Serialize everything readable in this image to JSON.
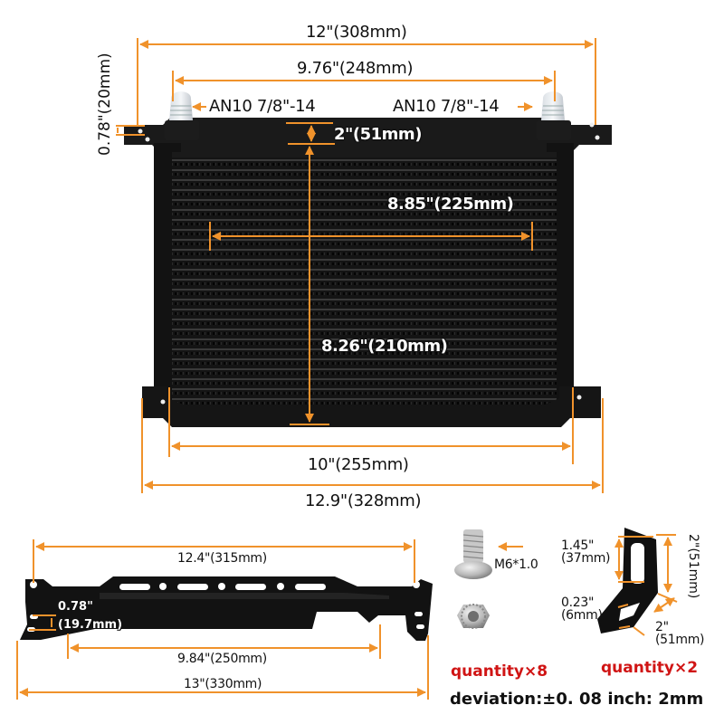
{
  "colors": {
    "dimension_line": "#f0922b",
    "product_body": "#151515",
    "quantity_text": "#d01414",
    "text": "#111111"
  },
  "cooler": {
    "overall_width_top": "12\"(308mm)",
    "fitting_spacing": "9.76\"(248mm)",
    "fitting_left": "AN10 7/8\"-14",
    "fitting_right": "AN10 7/8\"-14",
    "mount_tab_height": "0.78\"(20mm)",
    "top_tank_height": "2\"(51mm)",
    "core_width": "8.85\"(225mm)",
    "core_height": "8.26\"(210mm)",
    "bottom_body_width": "10\"(255mm)",
    "overall_width_bottom": "12.9\"(328mm)"
  },
  "bracket": {
    "hole_spacing": "12.4\"(315mm)",
    "slot_spacing_in": "0.78\"",
    "slot_spacing_mm": "(19.7mm)",
    "inner_width": "9.84\"(250mm)",
    "overall_length": "13\"(330mm)"
  },
  "hardware": {
    "bolt_spec": "M6*1.0",
    "bolt_quantity": "quantity×8",
    "angle_bracket_quantity": "quantity×2",
    "angle_inner_height_in": "1.45\"",
    "angle_inner_height_mm": "(37mm)",
    "angle_slot_width_in": "0.23\"",
    "angle_slot_width_mm": "(6mm)",
    "angle_height": "2\"(51mm)",
    "angle_base_in": "2\"",
    "angle_base_mm": "(51mm)"
  },
  "note": {
    "deviation": "deviation:±0. 08 inch: 2mm"
  }
}
